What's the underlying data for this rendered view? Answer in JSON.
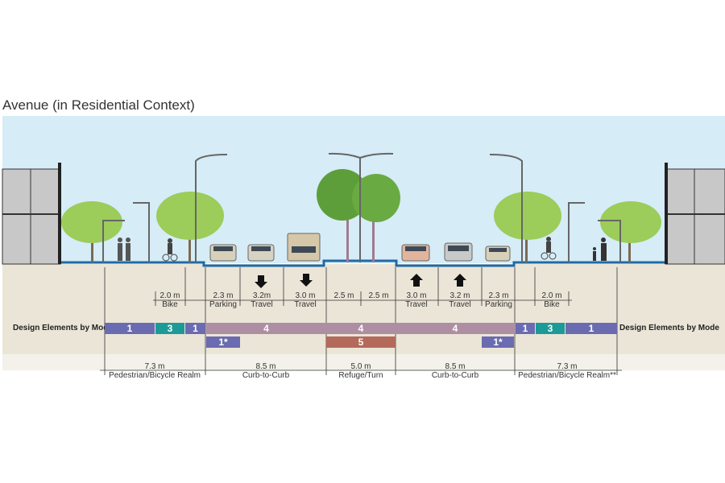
{
  "title": "Avenue (in Residential Context)",
  "side_label": "Design Elements by Mode",
  "colors": {
    "sky": "#d6ecf7",
    "ground": "#ebe5d7",
    "curb": "#1f6aa5",
    "pedestrian": "#6a6bb0",
    "transit": "#1c9a97",
    "vehicle": "#ad8ea2",
    "refuge": "#b36a5a"
  },
  "lane_dims": [
    {
      "value": "2.0 m",
      "label": "Bike"
    },
    {
      "value": "2.3 m",
      "label": "Parking"
    },
    {
      "value": "3.2m",
      "label": "Travel"
    },
    {
      "value": "3.0 m",
      "label": "Travel"
    },
    {
      "value": "2.5 m",
      "label": ""
    },
    {
      "value": "2.5 m",
      "label": ""
    },
    {
      "value": "3.0 m",
      "label": "Travel"
    },
    {
      "value": "3.2 m",
      "label": "Travel"
    },
    {
      "value": "2.3 m",
      "label": "Parking"
    },
    {
      "value": "2.0 m",
      "label": "Bike"
    }
  ],
  "mode_bar": [
    "1",
    "3",
    "1",
    "4",
    "4",
    "4",
    "1",
    "3",
    "1"
  ],
  "mode_bar_2": [
    "1*",
    "5",
    "1*"
  ],
  "realms": [
    {
      "value": "7.3 m",
      "label": "Pedestrian/Bicycle Realm"
    },
    {
      "value": "8.5 m",
      "label": "Curb-to-Curb"
    },
    {
      "value": "5.0 m",
      "label": "Refuge/Turn"
    },
    {
      "value": "8.5 m",
      "label": "Curb-to-Curb"
    },
    {
      "value": "7.3 m",
      "label": "Pedestrian/Bicycle Realm**"
    }
  ]
}
